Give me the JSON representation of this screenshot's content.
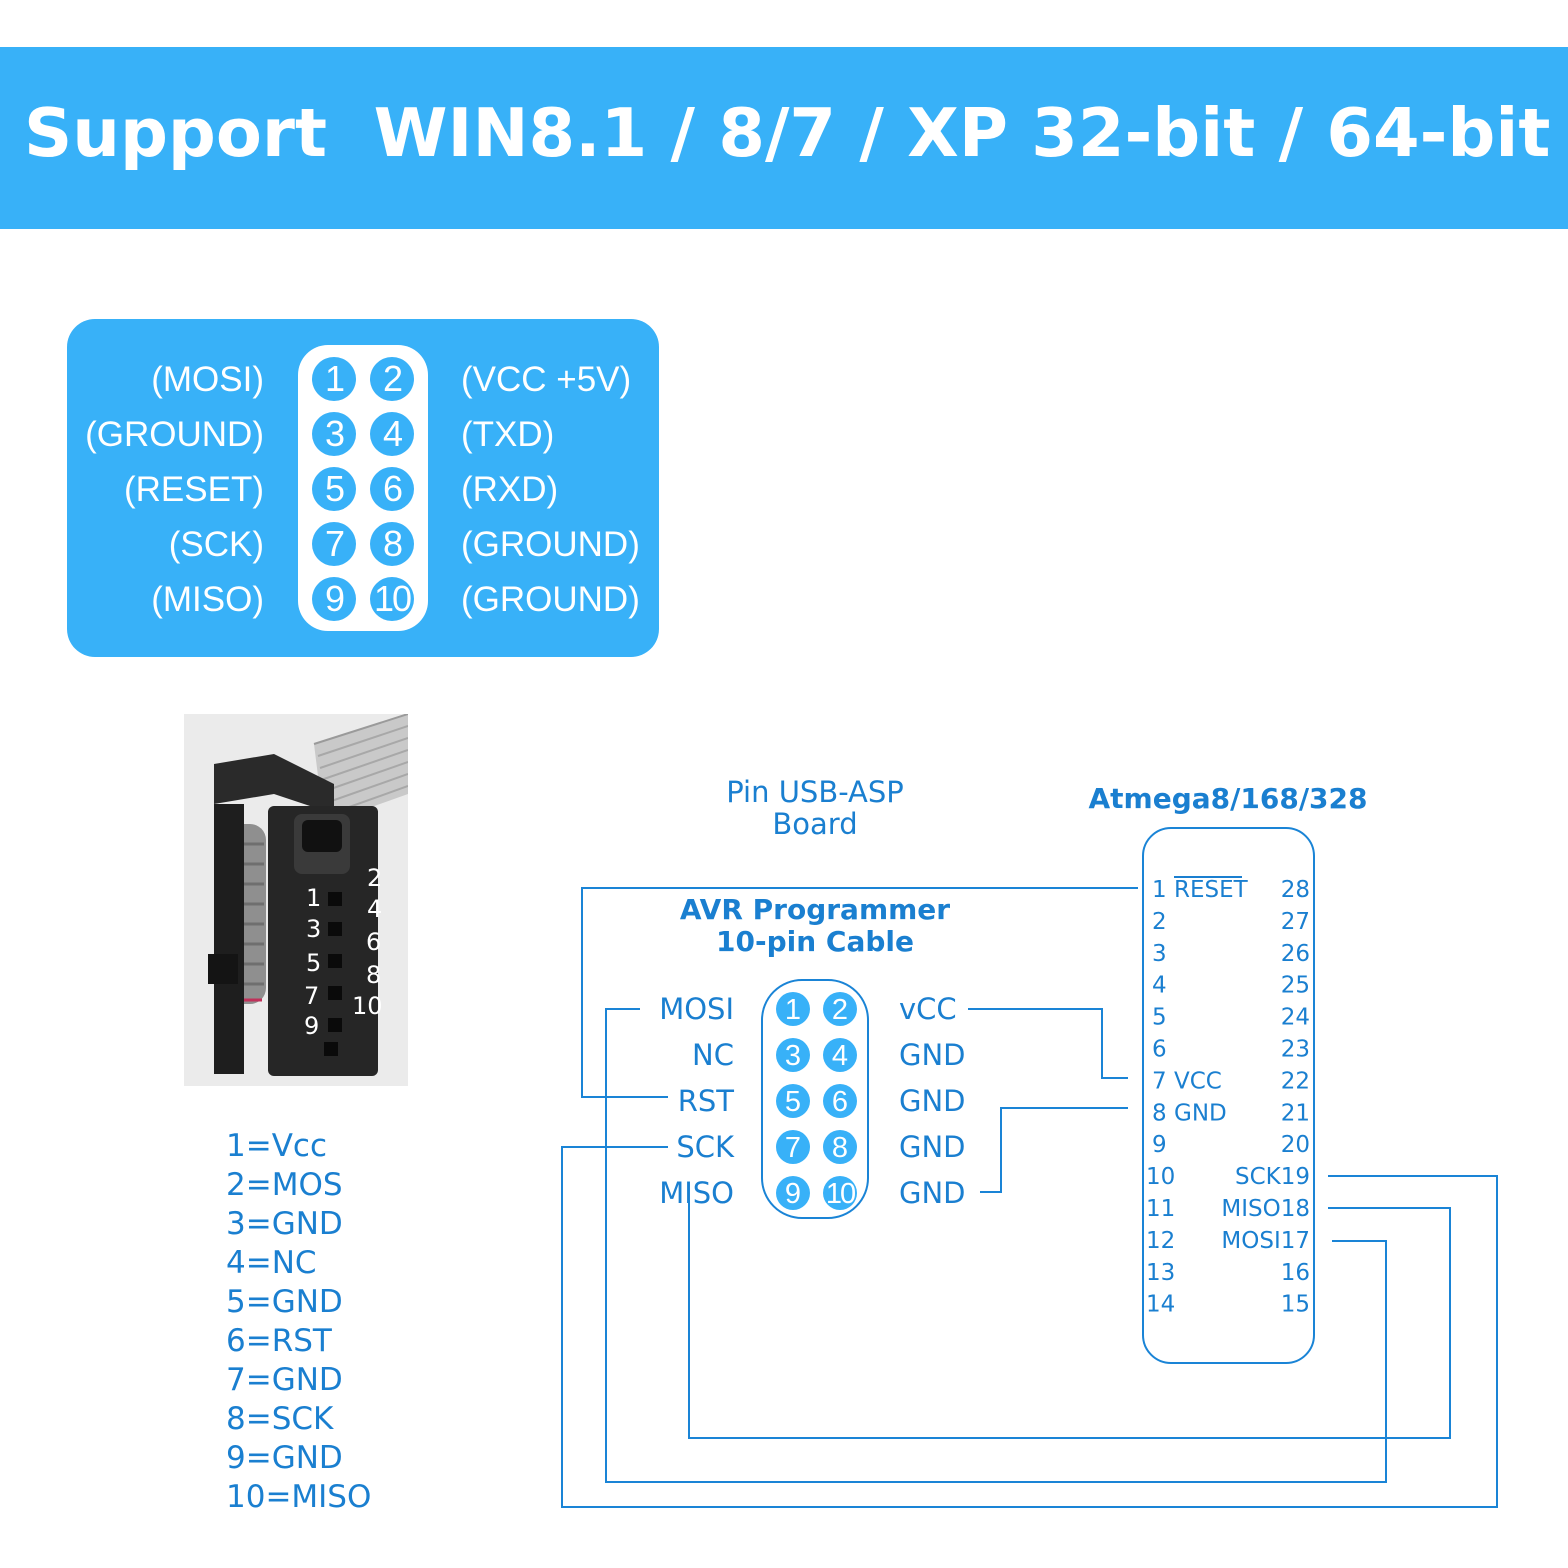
{
  "banner": {
    "text": "Support  WIN8.1 / 8/7 / XP 32-bit / 64-bit"
  },
  "pinout_card": {
    "left_labels": [
      "(MOSI)",
      "(GROUND)",
      "(RESET)",
      "(SCK)",
      "(MISO)"
    ],
    "right_labels": [
      "(VCC +5V)",
      "(TXD)",
      "(RXD)",
      "(GROUND)",
      "(GROUND)"
    ],
    "pins": [
      [
        "1",
        "2"
      ],
      [
        "3",
        "4"
      ],
      [
        "5",
        "6"
      ],
      [
        "7",
        "8"
      ],
      [
        "9",
        "10"
      ]
    ]
  },
  "photo": {
    "left_numbers": [
      "1",
      "3",
      "5",
      "7",
      "9"
    ],
    "right_numbers": [
      "2",
      "4",
      "6",
      "8",
      "10"
    ]
  },
  "pin_legend": [
    "1=Vcc",
    "2=MOS",
    "3=GND",
    "4=NC",
    "5=GND",
    "6=RST",
    "7=GND",
    "8=SCK",
    "9=GND",
    "10=MISO"
  ],
  "wiring": {
    "usbasp_title": [
      "Pin USB-ASP",
      "Board"
    ],
    "cable_title": [
      "AVR Programmer",
      "10-pin Cable"
    ],
    "left_signals": [
      "MOSI",
      "NC",
      "RST",
      "SCK",
      "MISO"
    ],
    "right_signals": [
      "vCC",
      "GND",
      "GND",
      "GND",
      "GND"
    ],
    "pins": [
      [
        "1",
        "2"
      ],
      [
        "3",
        "4"
      ],
      [
        "5",
        "6"
      ],
      [
        "7",
        "8"
      ],
      [
        "9",
        "10"
      ]
    ],
    "chip_title": "Atmega8/168/328",
    "chip_left_pins": [
      {
        "num": "1",
        "name": "RESET"
      },
      {
        "num": "2",
        "name": ""
      },
      {
        "num": "3",
        "name": ""
      },
      {
        "num": "4",
        "name": ""
      },
      {
        "num": "5",
        "name": ""
      },
      {
        "num": "6",
        "name": ""
      },
      {
        "num": "7",
        "name": "VCC"
      },
      {
        "num": "8",
        "name": "GND"
      },
      {
        "num": "9",
        "name": ""
      },
      {
        "num": "10",
        "name": ""
      },
      {
        "num": "11",
        "name": ""
      },
      {
        "num": "12",
        "name": ""
      },
      {
        "num": "13",
        "name": ""
      },
      {
        "num": "14",
        "name": ""
      }
    ],
    "chip_right_pins": [
      {
        "num": "28",
        "name": ""
      },
      {
        "num": "27",
        "name": ""
      },
      {
        "num": "26",
        "name": ""
      },
      {
        "num": "25",
        "name": ""
      },
      {
        "num": "24",
        "name": ""
      },
      {
        "num": "23",
        "name": ""
      },
      {
        "num": "22",
        "name": ""
      },
      {
        "num": "21",
        "name": ""
      },
      {
        "num": "20",
        "name": ""
      },
      {
        "num": "19",
        "name": "SCK"
      },
      {
        "num": "18",
        "name": "MISO"
      },
      {
        "num": "17",
        "name": "MOSI"
      },
      {
        "num": "16",
        "name": ""
      },
      {
        "num": "15",
        "name": ""
      }
    ]
  },
  "colors": {
    "banner_bg": "#38b1f8",
    "diagram_text": "#1a7fd0",
    "wire": "#1a84d6"
  }
}
